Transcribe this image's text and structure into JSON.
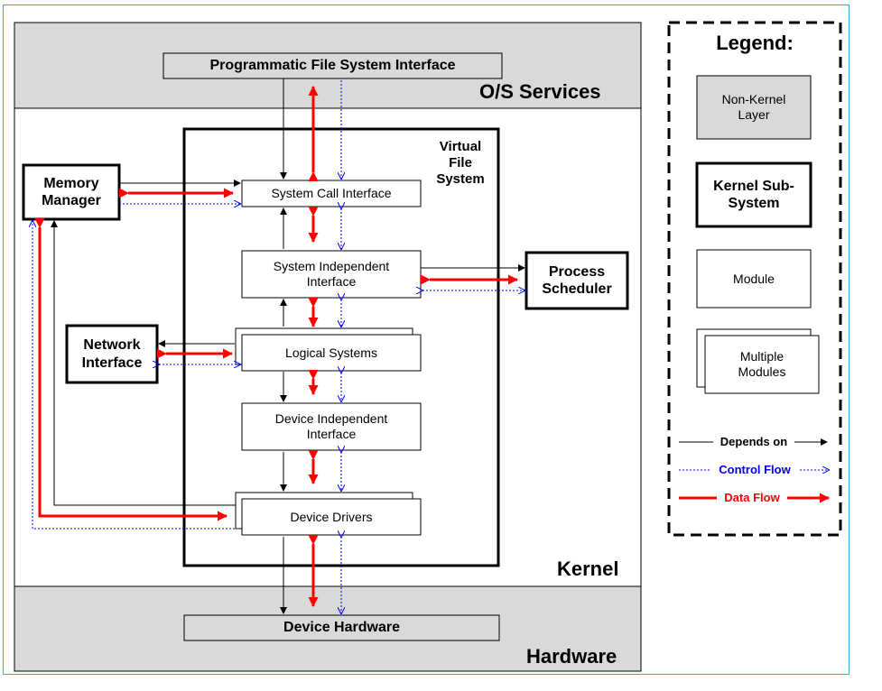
{
  "layers": {
    "services": "O/S Services",
    "kernel": "Kernel",
    "hardware": "Hardware"
  },
  "boxes": {
    "pfsi": "Programmatic File System Interface",
    "vfs": "Virtual\nFile\nSystem",
    "sci": "System Call Interface",
    "sii": "System Independent\nInterface",
    "logical": "Logical Systems",
    "dii": "Device Independent\nInterface",
    "drivers": "Device Drivers",
    "hardware": "Device Hardware",
    "memory": "Memory\nManager",
    "network": "Network\nInterface",
    "scheduler": "Process\nScheduler"
  },
  "legend": {
    "title": "Legend:",
    "non_kernel": "Non-Kernel\nLayer",
    "kernel_sub": "Kernel Sub-\nSystem",
    "module": "Module",
    "multiple": "Multiple\nModules",
    "depends": "Depends on",
    "control": "Control Flow",
    "data": "Data Flow"
  },
  "colors": {
    "layer_gray": "#d9d9d9",
    "depends": "#000000",
    "control": "#0000ff",
    "data": "#ff0000"
  }
}
